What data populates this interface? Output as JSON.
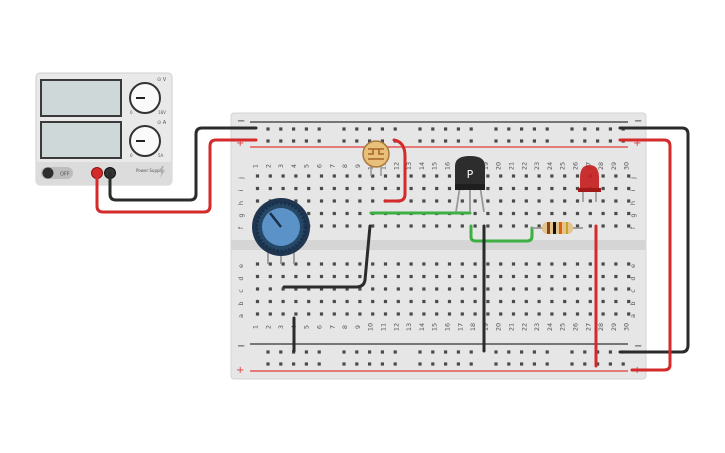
{
  "power_supply": {
    "switch_label": "OFF",
    "knob1_scale": [
      "0",
      "18V"
    ],
    "knob2_scale": [
      "0",
      "5A"
    ],
    "knob1_tag": "⊙ V",
    "knob2_tag": "⊙ A",
    "brand": "Power Supply"
  },
  "breadboard": {
    "column_count": 30,
    "row_labels_top": [
      "j",
      "i",
      "h",
      "g",
      "f"
    ],
    "row_labels_bottom": [
      "e",
      "d",
      "c",
      "b",
      "a"
    ],
    "rail_plus": "+",
    "rail_minus": "−"
  },
  "components": {
    "transistor_label": "P"
  },
  "colors": {
    "wire_red": "#d42a2a",
    "wire_black": "#2b2b2b",
    "wire_green": "#3cb043",
    "board": "#e6e6e6",
    "rail_red": "#e23b3b",
    "rail_black": "#333333",
    "pot_blue": "#5b93c9",
    "led_red": "#c62020",
    "ldr": "#d9a066"
  }
}
